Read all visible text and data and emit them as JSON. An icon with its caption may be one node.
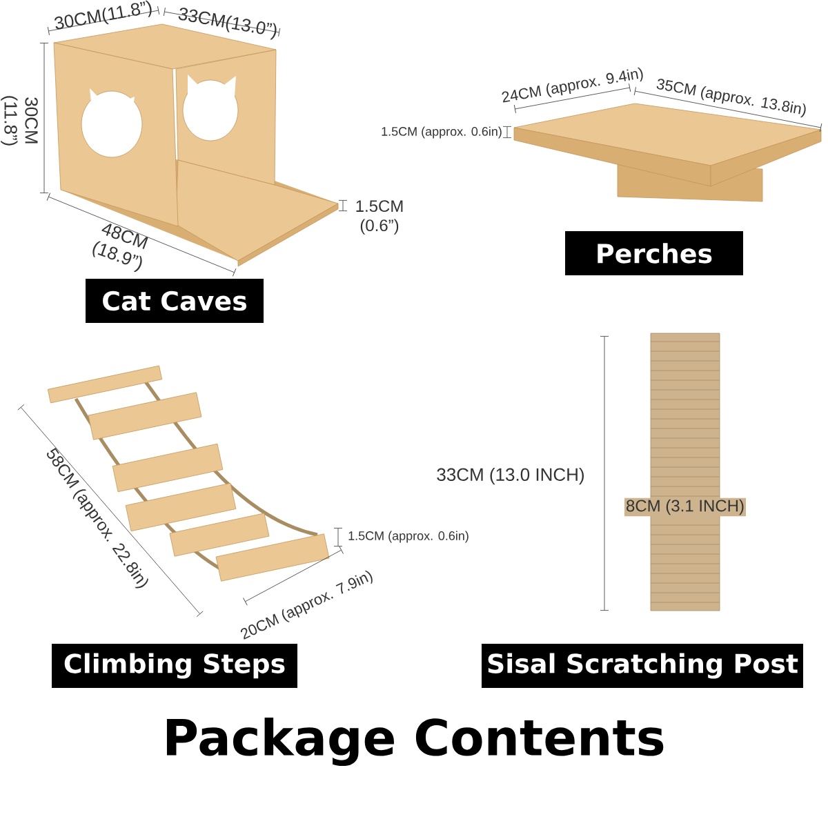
{
  "diagram": {
    "title": "Package Contents",
    "nodes": [
      {
        "text": [
          "Perches"
        ]
      },
      {
        "text": [
          "Cat Caves"
        ]
      },
      {
        "text": [
          "Climbing Steps"
        ]
      },
      {
        "text": [
          "Sisal Scratching Post"
        ]
      }
    ],
    "labels": [
      "30CM(11.8”)",
      "33CM(13.0”)",
      "30CM (11.8”)",
      "24CM (approx. 9.4in)",
      "35CM (approx. 13.8in)",
      "1.5CM (approx. 0.6in)",
      "1.5CM (0.6”)",
      "48CM (18.9”)",
      "33CM (13.0 INCH)",
      "8CM (3.1 INCH)",
      "58CM (approx. 22.8in)",
      "1.5CM (approx. 0.6in)",
      "20CM (approx. 7.9in)"
    ]
  }
}
